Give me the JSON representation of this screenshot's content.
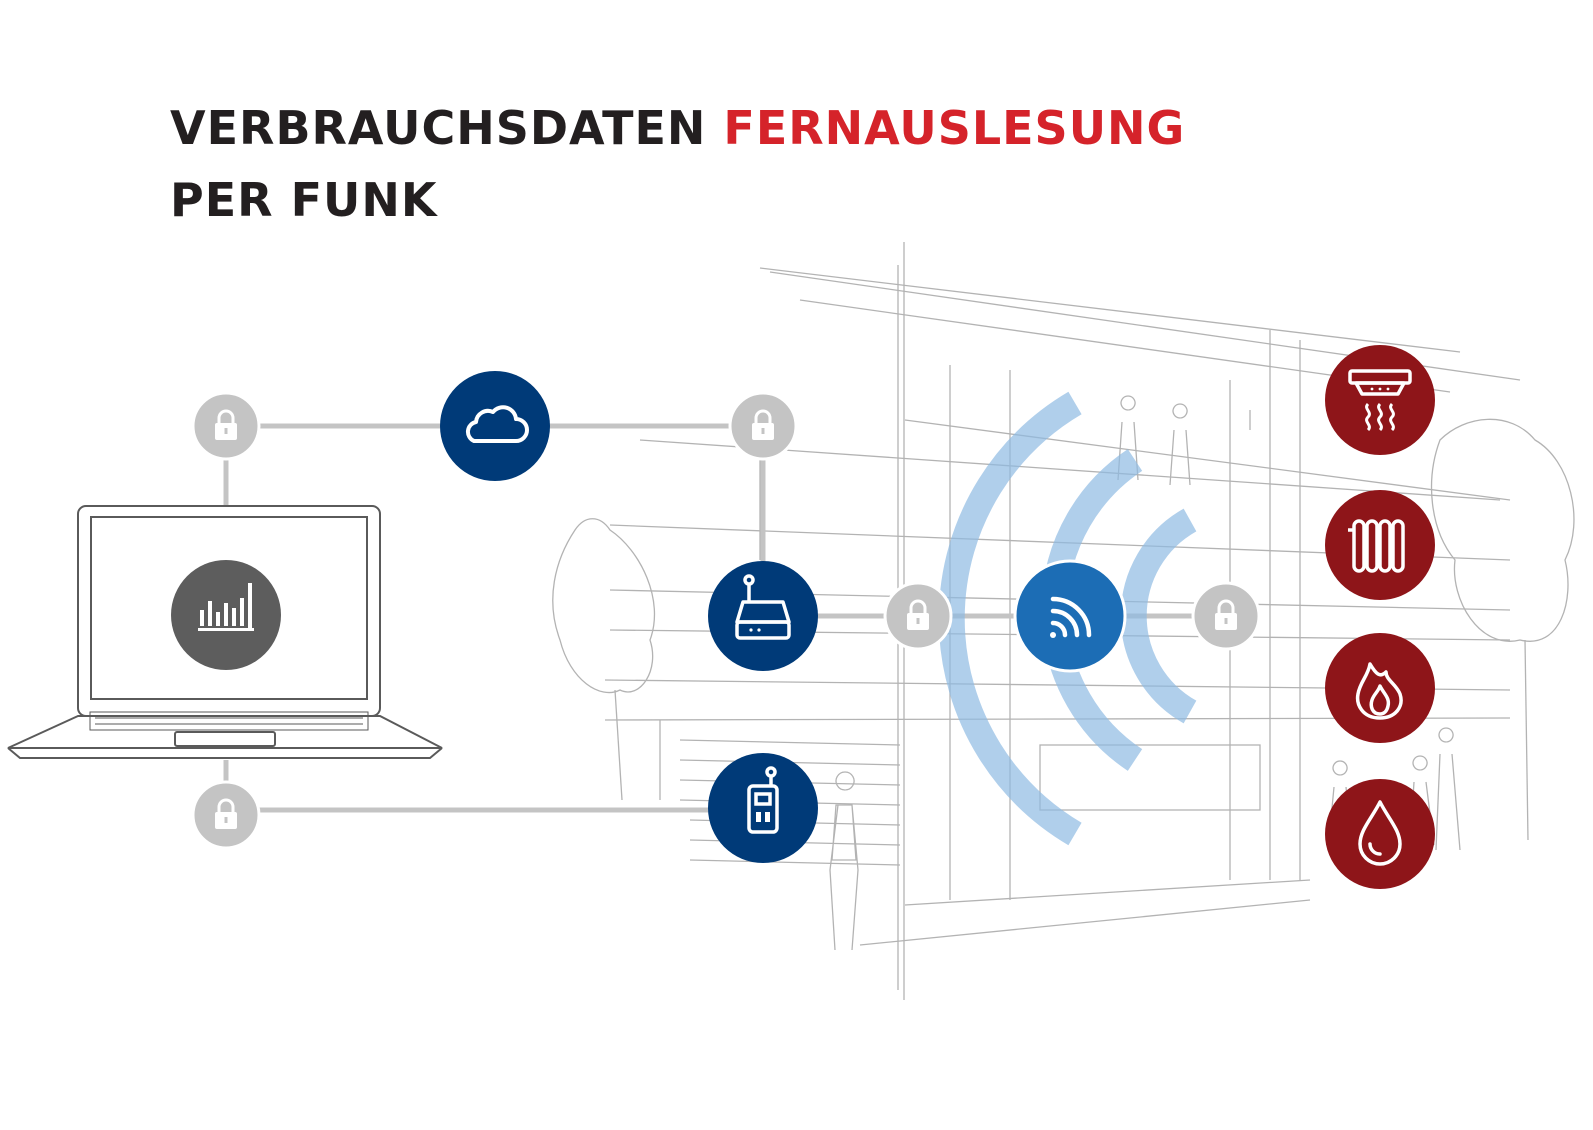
{
  "title": {
    "line1_part1": "VERBRAUCHSDATEN ",
    "line1_accent": "FERNAUSLESUNG",
    "line2": "PER FUNK"
  },
  "colors": {
    "navy": "#003a78",
    "blue": "#1c6db5",
    "red": "#8e1519",
    "gray_node": "#c4c4c4",
    "analytics_gray": "#5d5d5d",
    "accent_red": "#d5232a",
    "wave_blue": "#8fbbe3"
  },
  "nodes": [
    {
      "id": "lock-top-left",
      "icon": "lock-icon"
    },
    {
      "id": "cloud",
      "icon": "cloud-icon"
    },
    {
      "id": "lock-top-mid",
      "icon": "lock-icon"
    },
    {
      "id": "analytics",
      "icon": "bar-chart-icon"
    },
    {
      "id": "lock-bottom-left",
      "icon": "lock-icon"
    },
    {
      "id": "gateway",
      "icon": "gateway-icon"
    },
    {
      "id": "lock-mid",
      "icon": "lock-icon"
    },
    {
      "id": "radio",
      "icon": "radio-signal-icon"
    },
    {
      "id": "lock-right",
      "icon": "lock-icon"
    },
    {
      "id": "handheld",
      "icon": "handheld-reader-icon"
    },
    {
      "id": "smoke-detector",
      "icon": "smoke-detector-icon"
    },
    {
      "id": "heating",
      "icon": "radiator-icon"
    },
    {
      "id": "gas",
      "icon": "flame-icon"
    },
    {
      "id": "water",
      "icon": "water-drop-icon"
    }
  ]
}
